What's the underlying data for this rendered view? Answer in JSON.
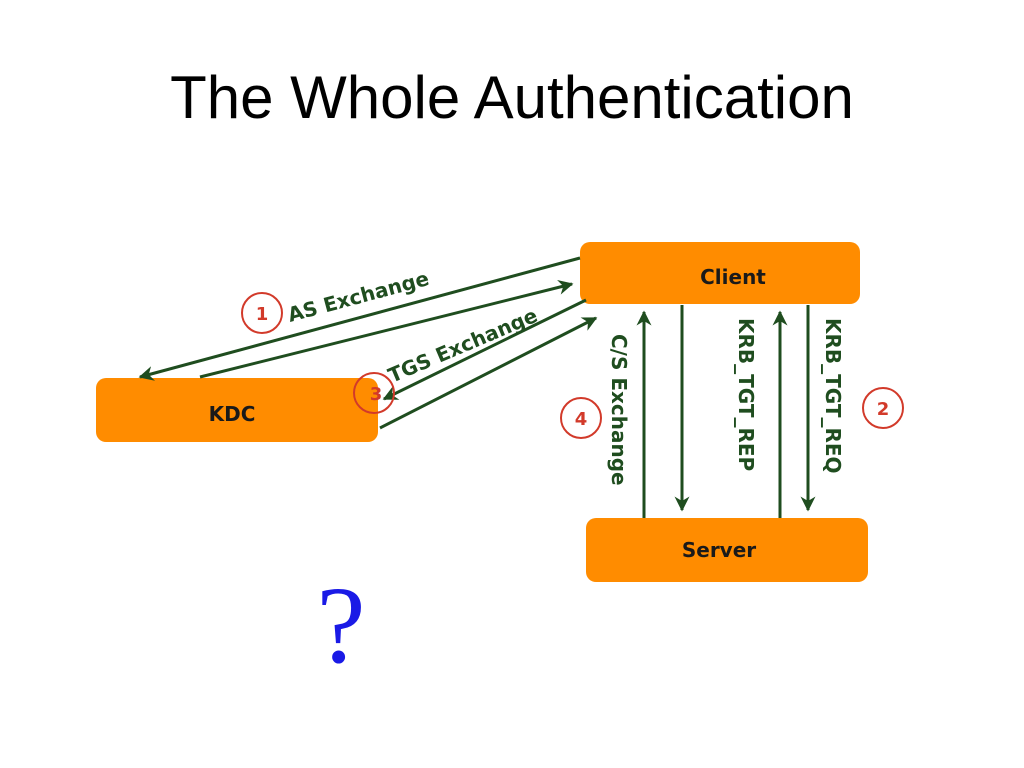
{
  "title": "The Whole Authentication",
  "nodes": {
    "client": "Client",
    "kdc": "KDC",
    "server": "Server"
  },
  "exchanges": {
    "as": "AS Exchange",
    "tgs": "TGS Exchange",
    "cs": "C/S Exchange",
    "krb_tgt_rep": "KRB_TGT_REP",
    "krb_tgt_req": "KRB_TGT_REQ"
  },
  "steps": {
    "one": "1",
    "two": "2",
    "three": "3",
    "four": "4"
  },
  "question": "?",
  "colors": {
    "node_fill": "#ff8c00",
    "arrow": "#1f4d1f",
    "step_circle": "#d23a2a",
    "question": "#1a1ae6"
  }
}
